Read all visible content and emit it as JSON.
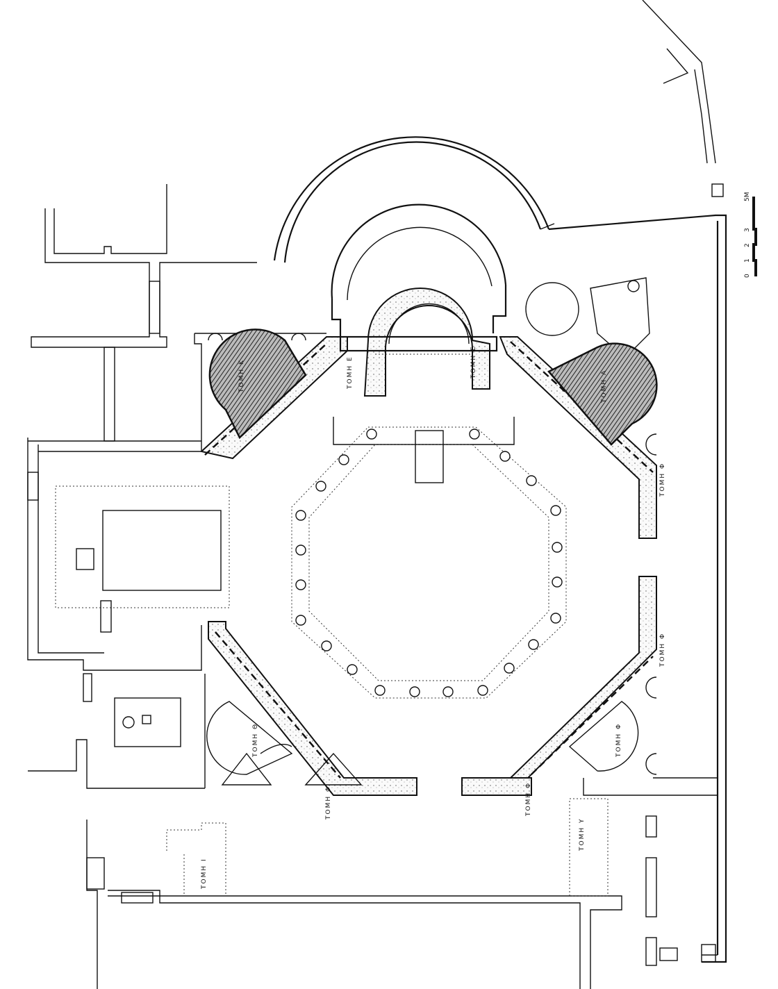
{
  "scale_bar": {
    "ticks": [
      "0",
      "1",
      "2",
      "3",
      "5M"
    ]
  },
  "section_labels": {
    "apse_left": "ΤΟΜΗ Ε",
    "apse_right": "ΤΟΜΗ Ε",
    "nw_chamber": "ΤΟΜΗ Κ",
    "ne_chamber": "ΤΟΜΗ Λ",
    "east_wall_upper": "ΤΟΜΗ Φ",
    "east_wall_lower": "ΤΟΜΗ Φ",
    "sw_chamber": "ΤΟΜΗ Θ",
    "sw_bottom": "ΤΟΜΗ Φ",
    "se_chamber": "ΤΟΜΗ Φ",
    "se_bottom": "ΤΟΜΗ Φ",
    "south_passage": "ΤΟΜΗ Υ",
    "south_annex": "ΤΟΜΗ Ι"
  }
}
